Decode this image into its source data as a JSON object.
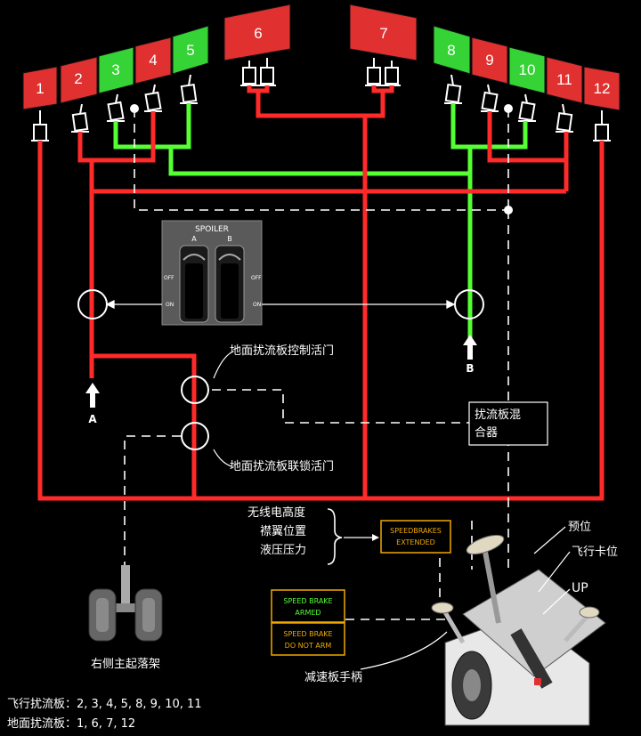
{
  "panels": [
    {
      "id": "1",
      "color": "#e03030"
    },
    {
      "id": "2",
      "color": "#e03030"
    },
    {
      "id": "3",
      "color": "#36d336"
    },
    {
      "id": "4",
      "color": "#e03030"
    },
    {
      "id": "5",
      "color": "#36d336"
    },
    {
      "id": "6",
      "color": "#e03030"
    },
    {
      "id": "7",
      "color": "#e03030"
    },
    {
      "id": "8",
      "color": "#36d336"
    },
    {
      "id": "9",
      "color": "#e03030"
    },
    {
      "id": "10",
      "color": "#36d336"
    },
    {
      "id": "11",
      "color": "#e03030"
    },
    {
      "id": "12",
      "color": "#e03030"
    }
  ],
  "colors": {
    "system_a": "#ff2a2a",
    "system_b": "#55ff33",
    "background": "#000000",
    "amber": "#f0a800"
  },
  "spoiler_panel": {
    "title": "SPOILER",
    "switch_a": "A",
    "switch_b": "B",
    "off": "OFF",
    "on": "ON"
  },
  "labels": {
    "input_a": "A",
    "input_b": "B",
    "ground_control_valve": "地面扰流板控制活门",
    "ground_interlock_valve": "地面扰流板联锁活门",
    "mixer_line1": "扰流板混",
    "mixer_line2": "合器",
    "landing_gear": "右侧主起落架",
    "radio_altitude": "无线电高度",
    "flap_position": "襟翼位置",
    "hydraulic_pressure": "液压压力",
    "arm_position": "预位",
    "flight_detent": "飞行卡位",
    "up": "UP",
    "speedbrake_handle": "减速板手柄",
    "legend_flight": "飞行扰流板：2, 3, 4, 5, 8, 9, 10, 11",
    "legend_ground": "地面扰流板：1, 6, 7, 12"
  },
  "indicators": {
    "speedbrakes_extended_1": "SPEEDBRAKES",
    "speedbrakes_extended_2": "EXTENDED",
    "armed_1": "SPEED BRAKE",
    "armed_2": "ARMED",
    "do_not_arm_1": "SPEED BRAKE",
    "do_not_arm_2": "DO NOT ARM"
  }
}
